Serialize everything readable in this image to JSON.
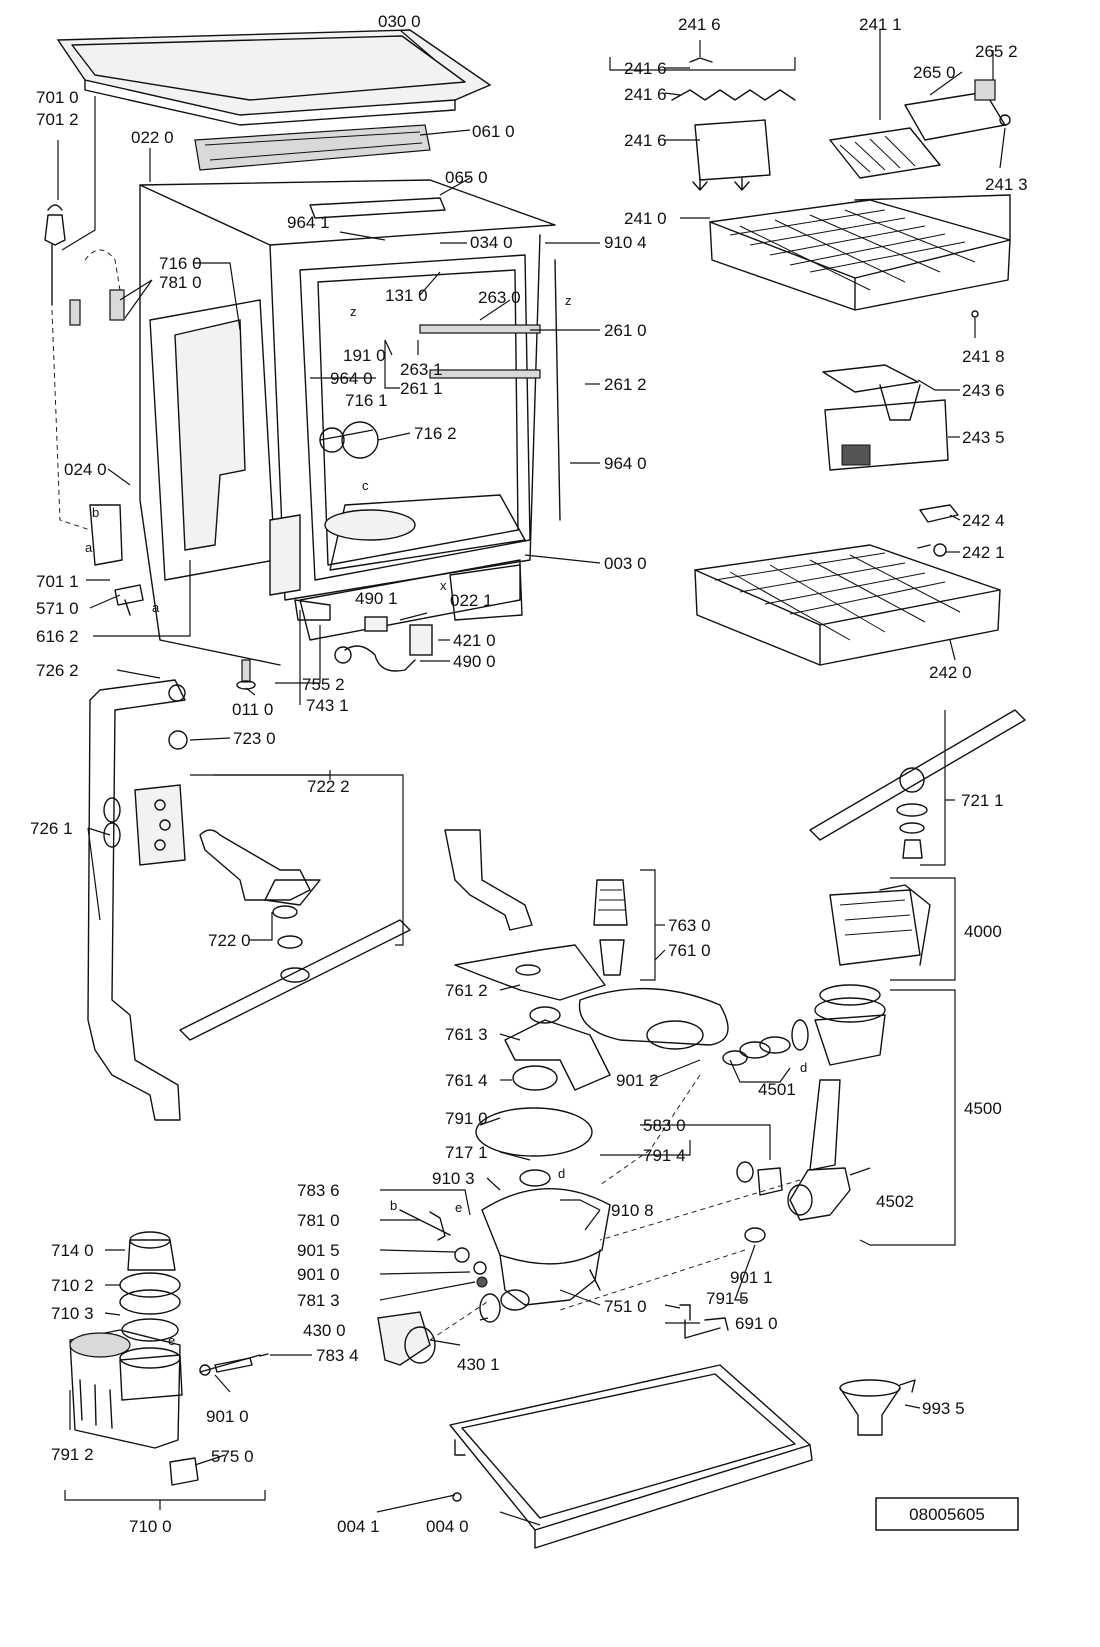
{
  "document_number": "08005605",
  "letters": {
    "a": "a",
    "b": "b",
    "c": "c",
    "d": "d",
    "e": "e",
    "x": "x",
    "z": "z"
  },
  "labels": {
    "l0300": "030 0",
    "l0610": "061 0",
    "l0220": "022 0",
    "l0650": "065 0",
    "l7010": "701 0",
    "l7012": "701 2",
    "l9641": "964 1",
    "l0340": "034 0",
    "l9104": "910 4",
    "l7160": "716 0",
    "l7810": "781 0",
    "l1310": "131 0",
    "l2630": "263 0",
    "l2610": "261 0",
    "l1910": "191 0",
    "l2631": "263 1",
    "l9640a": "964 0",
    "l2611": "261 1",
    "l2612": "261 2",
    "l7161": "716 1",
    "l7162": "716 2",
    "l0240": "024 0",
    "l9640b": "964 0",
    "l7011": "701 1",
    "l0030": "003 0",
    "l5710": "571 0",
    "l4901": "490 1",
    "l0221": "022 1",
    "l6162": "616 2",
    "l4210": "421 0",
    "l4900": "490 0",
    "l7262": "726 2",
    "l7552": "755 2",
    "l0110": "011 0",
    "l7431": "743 1",
    "l7230": "723 0",
    "l2416a": "241 6",
    "l2416b": "241 6",
    "l2416c": "241 6",
    "l2416d": "241 6",
    "l2411": "241 1",
    "l2652": "265 2",
    "l2650": "265 0",
    "l2413": "241 3",
    "l2410": "241 0",
    "l2418": "241 8",
    "l2436": "243 6",
    "l2435": "243 5",
    "l2424": "242 4",
    "l2421": "242 1",
    "l2420": "242 0",
    "l7222": "722 2",
    "l7261": "726 1",
    "l7220": "722 0",
    "l7211": "721 1",
    "l7630": "763 0",
    "l7610": "761 0",
    "l4000": "4000",
    "l7612": "761 2",
    "l7613": "761 3",
    "l9012": "901 2",
    "l4501": "4501",
    "l7614": "761 4",
    "l4500": "4500",
    "l7910": "791 0",
    "l5830": "583 0",
    "l7171": "717 1",
    "l7914": "791 4",
    "l9103": "910 3",
    "l7836": "783 6",
    "l9108": "910 8",
    "l7810b": "781 0",
    "l4502": "4502",
    "l9015": "901 5",
    "l7140": "714 0",
    "l9010a": "901 0",
    "l9011": "901 1",
    "l7102": "710 2",
    "l7813": "781 3",
    "l7510": "751 0",
    "l7915": "791 5",
    "l7103": "710 3",
    "l4300": "430 0",
    "l6910": "691 0",
    "l7834": "783 4",
    "l4301": "430 1",
    "l9010b": "901 0",
    "l9935": "993 5",
    "l7912": "791 2",
    "l5750": "575 0",
    "l7100": "710 0",
    "l0041": "004 1",
    "l0040": "004 0"
  }
}
